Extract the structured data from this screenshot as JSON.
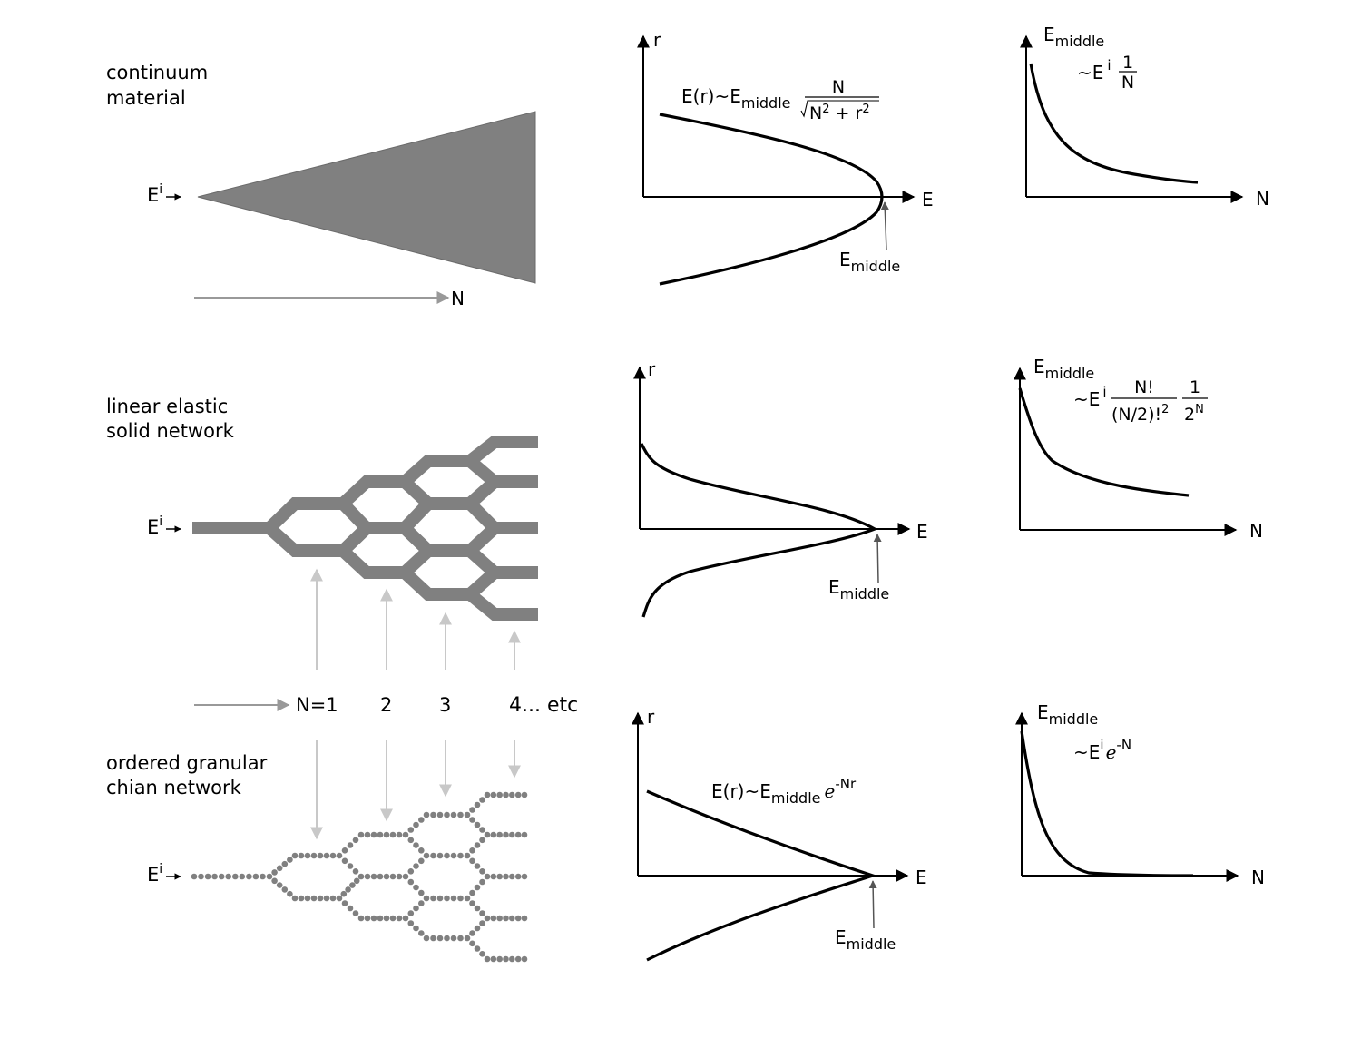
{
  "rows": [
    {
      "label_lines": [
        "continuum",
        "material"
      ],
      "input": {
        "base": "E",
        "sup": "i"
      },
      "n_arrow_label": "N",
      "profile": {
        "axis_r": "r",
        "axis_e": "E",
        "formula": {
          "lhs": "E(r)~E",
          "sub": "middle",
          "num": "N",
          "den_a": "N",
          "den_a_sup": "2",
          "den_mid": " + r",
          "den_b_sup": "2"
        },
        "pointer": {
          "base": "E",
          "sub": "middle"
        }
      },
      "decay": {
        "ylabel": {
          "base": "E",
          "sub": "middle"
        },
        "xlabel": "N",
        "formula": {
          "prefix": "~E",
          "sup": "i",
          "num": "1",
          "den": "N"
        }
      }
    },
    {
      "label_lines": [
        "linear elastic",
        "solid network"
      ],
      "input": {
        "base": "E",
        "sup": "i"
      },
      "profile": {
        "axis_r": "r",
        "axis_e": "E",
        "pointer": {
          "base": "E",
          "sub": "middle"
        }
      },
      "decay": {
        "ylabel": {
          "base": "E",
          "sub": "middle"
        },
        "xlabel": "N",
        "formula": {
          "prefix": "~E",
          "sup": "i",
          "num1": "N!",
          "den1": "(N/2)!",
          "den1_sup": "2",
          "num2": "1",
          "den2": "2",
          "den2_sup": "N"
        }
      }
    },
    {
      "label_lines": [
        "ordered granular",
        "chian network"
      ],
      "input": {
        "base": "E",
        "sup": "i"
      },
      "profile": {
        "axis_r": "r",
        "axis_e": "E",
        "formula": {
          "lhs": "E(r)~E",
          "sub": "middle",
          "exp_base": "e",
          "exp_sup": "-Nr"
        },
        "pointer": {
          "base": "E",
          "sub": "middle"
        }
      },
      "decay": {
        "ylabel": {
          "base": "E",
          "sub": "middle"
        },
        "xlabel": "N",
        "formula": {
          "prefix": "~E",
          "sup": "i",
          "exp_base": "e",
          "exp_sup": "-N"
        }
      }
    }
  ],
  "layer_labels": [
    "N=1",
    "2",
    "3",
    "4... etc"
  ],
  "colors": {
    "shape": "#808080",
    "arrow_light": "#c8c8c8",
    "arrow_mid": "#999999",
    "pointer": "#555555",
    "axis": "#000000"
  }
}
